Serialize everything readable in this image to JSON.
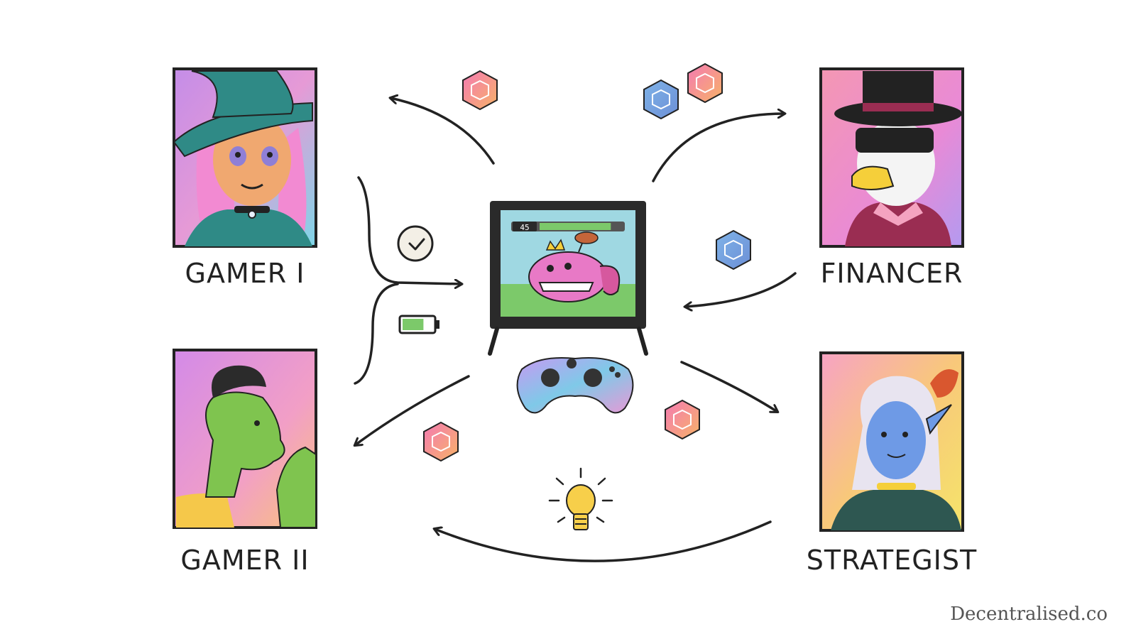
{
  "roles": {
    "gamer1": "GAMER I",
    "gamer2": "GAMER II",
    "financer": "FINANCER",
    "strategist": "STRATEGIST"
  },
  "game_hud_value": "45",
  "game_health_fraction": 0.85,
  "battery_level_fraction": 0.7,
  "watermark": "Decentralised.co",
  "colors": {
    "ink": "#222222",
    "token_pink": "#f47ab3",
    "token_orange": "#f7b267",
    "token_blue": "#7fb3e8",
    "grass": "#7cc96a",
    "sky": "#9fd8e2",
    "creature": "#e879c6"
  },
  "icons": [
    "clock-icon",
    "battery-icon",
    "lightbulb-icon",
    "gamepad-icon",
    "token-icon"
  ]
}
